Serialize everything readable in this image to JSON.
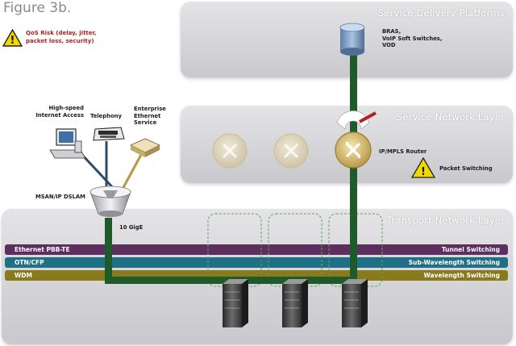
{
  "figure_label": "Figure 3b.",
  "risk_note": {
    "line1": "QoS Risk (delay, jitter,",
    "line2": "packet loss, security)"
  },
  "layers": {
    "service_delivery": "Service Delivery Platforms",
    "service_network": "Service Network Layer",
    "transport_network": "Transport Network Layer"
  },
  "platforms": {
    "line1": "BRAS,",
    "line2": "VoIP Soft Switches,",
    "line3": "VOD"
  },
  "router": {
    "label": "IP/MPLS Router",
    "packet_switching": "Packet Switching"
  },
  "access": {
    "high_speed": {
      "line1": "High-speed",
      "line2": "Internet Access"
    },
    "telephony": "Telephony",
    "enterprise": {
      "line1": "Enterprise",
      "line2": "Ethernet",
      "line3": "Service"
    },
    "msan": "MSAN/IP DSLAM",
    "link_speed": "10 GigE"
  },
  "bands": [
    {
      "left": "Ethernet PBB-TE",
      "right": "Tunnel Switching",
      "color": "#5d2f5f"
    },
    {
      "left": "OTN/CFP",
      "right": "Sub-Wavelength Switching",
      "color": "#1f6f86"
    },
    {
      "left": "WDM",
      "right": "Wavelength Switching",
      "color": "#8a7a1e"
    }
  ],
  "colors": {
    "fiber": "#1f5a2a",
    "warning": "#f3d800",
    "risk_text": "#b22222"
  }
}
